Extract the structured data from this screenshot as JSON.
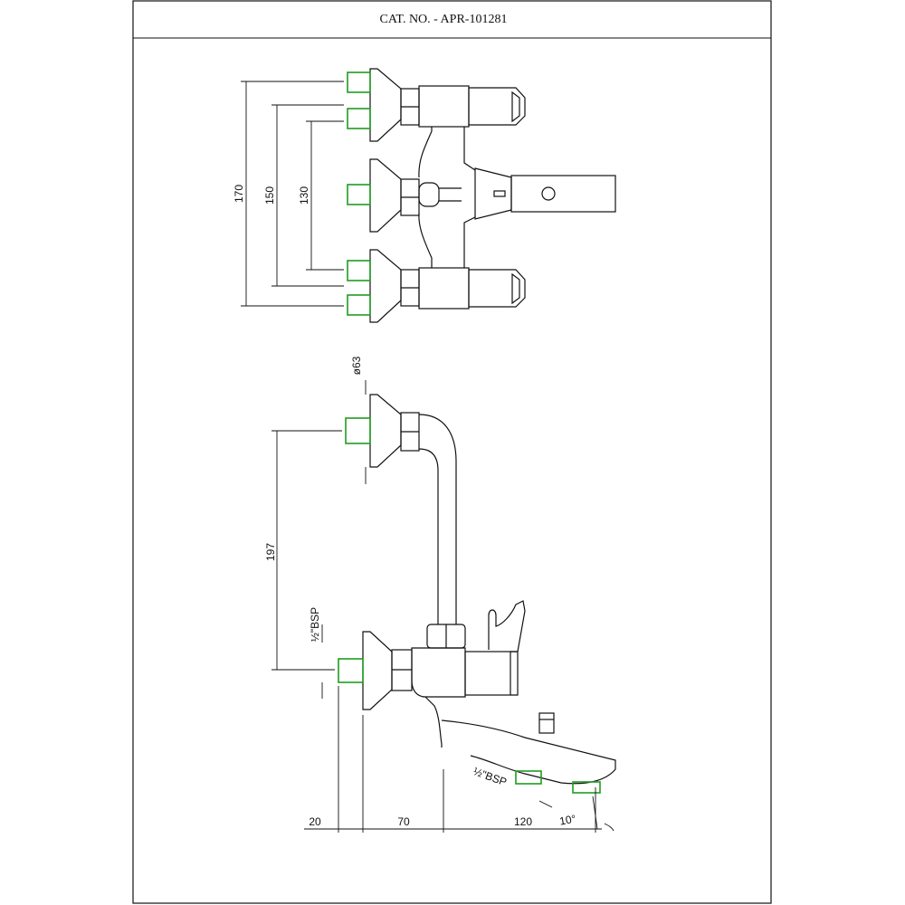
{
  "header": {
    "title": "CAT. NO. - APR-101281"
  },
  "colors": {
    "line": "#111111",
    "thread": "#1f9d1f",
    "background": "#ffffff"
  },
  "top_view": {
    "dimensions": {
      "d170": "170",
      "d150": "150",
      "d130": "130"
    }
  },
  "side_view": {
    "dimensions": {
      "flange_dia": "ø63",
      "height": "197",
      "inlet_thread": "½\"BSP",
      "spout_thread": "½\"BSP",
      "d20": "20",
      "d70": "70",
      "d120": "120",
      "angle": "10°"
    }
  }
}
